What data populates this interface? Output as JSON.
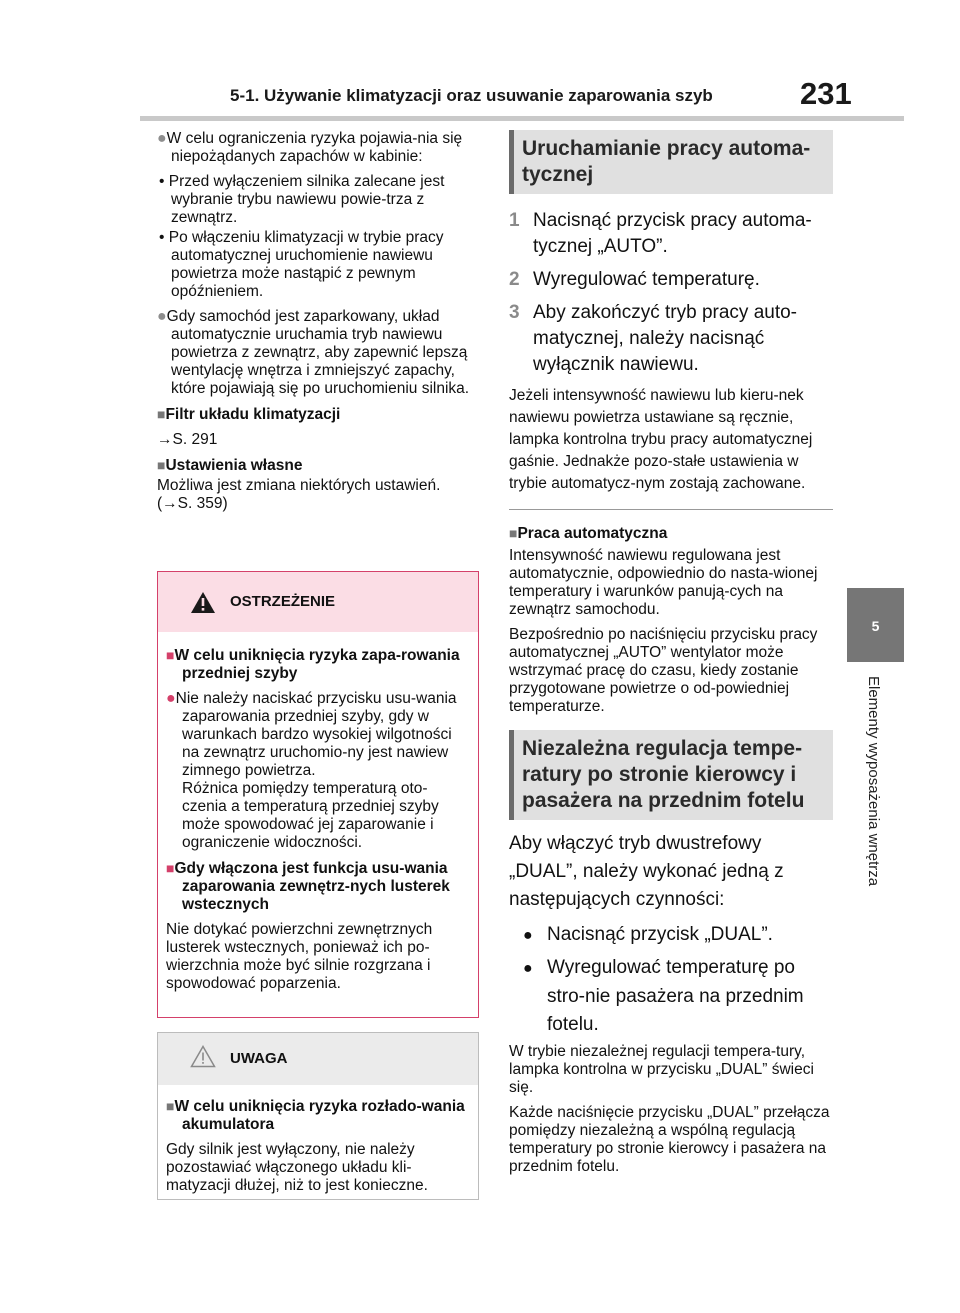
{
  "header": {
    "title": "5-1. Używanie klimatyzacji oraz usuwanie zaparowania szyb",
    "page_number": "231"
  },
  "side_tab": {
    "chapter": "5",
    "label": "Elementy wyposażenia wnętrza"
  },
  "left": {
    "para1": "W celu ograniczenia ryzyka pojawia-nia się niepożądanych zapachów w kabinie:",
    "bullet1": "Przed wyłączeniem silnika zalecane jest wybranie trybu nawiewu powie-trza z zewnątrz.",
    "bullet2": "Po włączeniu klimatyzacji w trybie pracy automatycznej uruchomienie nawiewu powietrza może nastąpić z pewnym opóźnieniem.",
    "para2": "Gdy samochód jest zaparkowany, układ automatycznie uruchamia tryb nawiewu powietrza z zewnątrz, aby zapewnić lepszą wentylację wnętrza i zmniejszyć zapachy, które pojawiają się po uruchomieniu silnika.",
    "filter_title": "Filtr układu klimatyzacji",
    "filter_ref": "S. 291",
    "settings_title": "Ustawienia własne",
    "settings_text": "Możliwa jest zmiana niektórych ustawień.",
    "settings_ref_open": "(",
    "settings_ref": "S. 359)"
  },
  "warning": {
    "title": "OSTRZEŻENIE",
    "h1": "W celu uniknięcia ryzyka zapa-rowania przedniej szyby",
    "p1": "Nie należy naciskać przycisku usu-wania zaparowania przedniej szyby, gdy w warunkach bardzo wysokiej wilgotności na zewnątrz uruchomio-ny jest nawiew zimnego powietrza.",
    "p1b": "Różnica pomiędzy temperaturą oto-czenia a temperaturą przedniej szyby może spowodować jej zaparowanie i ograniczenie widoczności.",
    "h2": "Gdy włączona jest funkcja usu-wania zaparowania zewnętrz-nych lusterek wstecznych",
    "p2": "Nie dotykać powierzchni zewnętrznych lusterek wstecznych, ponieważ ich po-wierzchnia może być silnie rozgrzana i spowodować poparzenia."
  },
  "notice": {
    "title": "UWAGA",
    "h1": "W celu uniknięcia ryzyka rozłado-wania akumulatora",
    "p1": "Gdy silnik jest wyłączony, nie należy pozostawiać włączonego układu kli-matyzacji dłużej, niż to jest konieczne."
  },
  "right": {
    "section1_title": "Uruchamianie pracy automa-tycznej",
    "steps": [
      {
        "n": "1",
        "text": "Nacisnąć przycisk pracy automa-tycznej „AUTO”."
      },
      {
        "n": "2",
        "text": "Wyregulować temperaturę."
      },
      {
        "n": "3",
        "text": "Aby zakończyć tryb pracy auto-matycznej, należy nacisnąć wyłącznik nawiewu."
      }
    ],
    "auto_note": "Jeżeli intensywność nawiewu lub kieru-nek nawiewu powietrza ustawiane są ręcznie, lampka kontrolna trybu pracy automatycznej gaśnie. Jednakże pozo-stałe ustawienia w trybie automatycz-nym zostają zachowane.",
    "auto_title": "Praca automatyczna",
    "auto_p1": "Intensywność nawiewu regulowana jest automatycznie, odpowiednio do nasta-wionej temperatury i warunków panują-cych na zewnątrz samochodu.",
    "auto_p2": "Bezpośrednio po naciśnięciu przycisku pracy automatycznej „AUTO” wentylator może wstrzymać pracę do czasu, kiedy zostanie przygotowane powietrze o od-powiedniej temperaturze.",
    "section2_title": "Niezależna regulacja tempe-ratury po stronie kierowcy i pasażera na przednim fotelu",
    "dual_intro": "Aby włączyć tryb dwustrefowy „DUAL”, należy wykonać jedną z następujących czynności:",
    "dual_opt1": "Nacisnąć przycisk „DUAL”.",
    "dual_opt2": "Wyregulować temperaturę po stro-nie pasażera na przednim fotelu.",
    "dual_p1": "W trybie niezależnej regulacji tempera-tury, lampka kontrolna w przycisku „DUAL” świeci się.",
    "dual_p2": "Każde naciśnięcie przycisku „DUAL” przełącza pomiędzy niezależną a wspólną regulacją temperatury po stronie kierowcy i pasażera na przednim fotelu."
  }
}
